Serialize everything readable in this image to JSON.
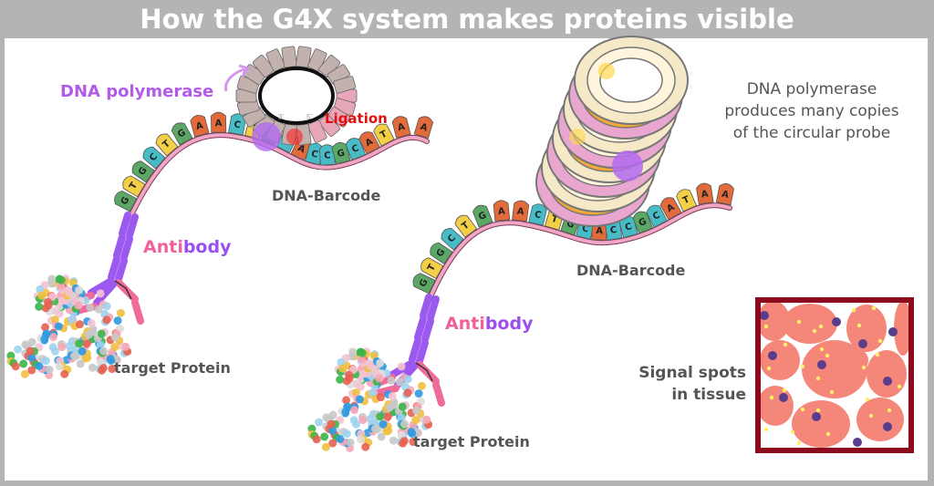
{
  "title": "How the G4X system makes proteins visible",
  "labels": {
    "dna_polymerase": "DNA polymerase",
    "ligation": "Ligation",
    "barcode": "DNA-Barcode",
    "anti": "Anti",
    "body": "body",
    "target_protein": "target Protein",
    "copies": "DNA polymerase produces many copies of the circular probe",
    "signal": "Signal spots in tissue",
    "three_prime": "3'",
    "five_prime": "5'"
  },
  "sequence": [
    "G",
    "T",
    "G",
    "C",
    "T",
    "G",
    "A",
    "A",
    "C",
    "T",
    "G",
    "C",
    "A",
    "C",
    "C",
    "G",
    "C",
    "A",
    "T",
    "A",
    "A"
  ],
  "colors": {
    "G": "#5aa766",
    "T": "#f3cf45",
    "C": "#47bcc7",
    "A": "#e36a3a",
    "strand": "#f0a6c4",
    "antibody": "#9b59f0",
    "antibody_light": "#f06a9a",
    "tissue_border": "#8b0a1e",
    "cell": "#f4877a",
    "nucleus": "#5a3c8c",
    "spot": "#fff06a"
  }
}
